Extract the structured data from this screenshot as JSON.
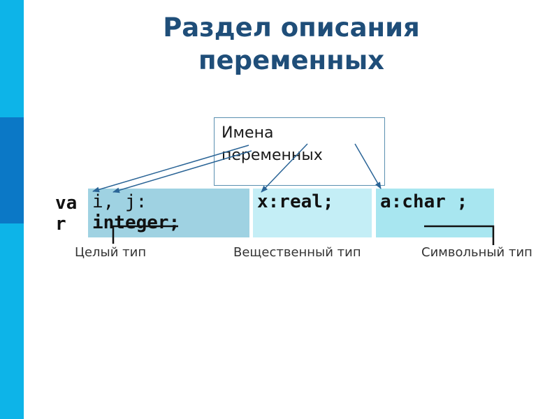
{
  "slide": {
    "title_line1": "Раздел описания",
    "title_line2": "переменных",
    "callout": {
      "line1": "Имена",
      "line2": "переменных"
    },
    "var_keyword": {
      "line1": "va",
      "line2": "r"
    },
    "blocks": {
      "integer": {
        "line1": "i, j:",
        "line2": "integer;"
      },
      "real": {
        "code": "x:real;"
      },
      "char": {
        "code": "a:char ;"
      }
    },
    "type_labels": {
      "integer": "Целый тип",
      "real": "Вещественный тип",
      "char": "Символьный тип"
    }
  },
  "colors": {
    "title": "#1f4e79",
    "side_bar": "#0db4e8",
    "side_bar_dark": "#0b78c6",
    "block_integer": "#9fd2e2",
    "block_real": "#c4eef6",
    "block_char": "#a8e6f0",
    "arrows": "#2a6496"
  }
}
